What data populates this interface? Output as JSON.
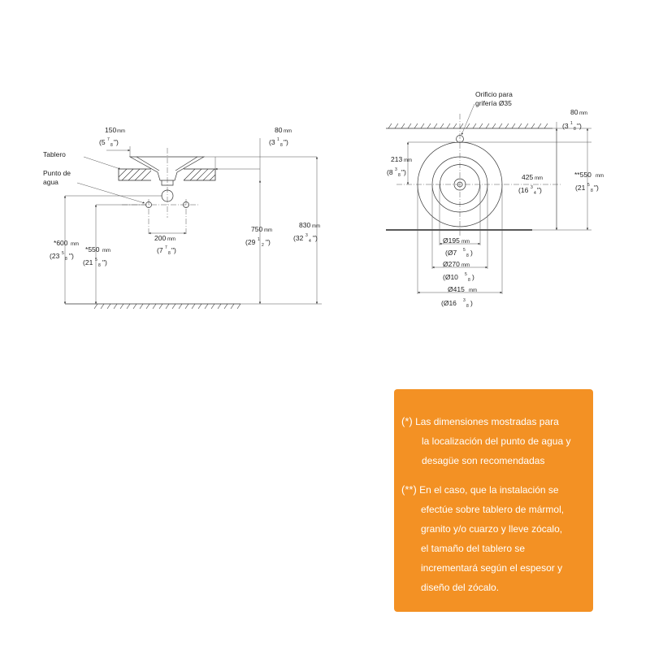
{
  "diagram": {
    "side_view": {
      "labels": {
        "tablero": "Tablero",
        "punto_line1": "Punto de",
        "punto_line2": "agua"
      },
      "dims": {
        "d150": {
          "value": "150",
          "unit": "mm",
          "in_whole": "5",
          "in_num": "7",
          "in_den": "8"
        },
        "d80": {
          "value": "80",
          "unit": "mm",
          "in_whole": "3",
          "in_num": "1",
          "in_den": "8"
        },
        "d200": {
          "value": "200",
          "unit": "mm",
          "in_whole": "7",
          "in_num": "7",
          "in_den": "8"
        },
        "d600": {
          "prefix": "*",
          "value": "600",
          "unit": "mm",
          "in_whole": "23",
          "in_num": "5",
          "in_den": "8"
        },
        "d550": {
          "prefix": "*",
          "value": "550",
          "unit": "mm",
          "in_whole": "21",
          "in_num": "5",
          "in_den": "8"
        },
        "d750": {
          "value": "750",
          "unit": "mm",
          "in_whole": "29",
          "in_num": "1",
          "in_den": "2"
        },
        "d830": {
          "value": "830",
          "unit": "mm",
          "in_whole": "32",
          "in_num": "3",
          "in_den": "4"
        }
      }
    },
    "top_view": {
      "labels": {
        "orificio_line1": "Orificio para",
        "orificio_line2": "grifería Ø35"
      },
      "dims": {
        "d80": {
          "value": "80",
          "unit": "mm",
          "in_whole": "3",
          "in_num": "1",
          "in_den": "8"
        },
        "d213": {
          "value": "213",
          "unit": "mm",
          "in_whole": "8",
          "in_num": "3",
          "in_den": "8"
        },
        "d425": {
          "value": "425",
          "unit": "mm",
          "in_whole": "16",
          "in_num": "3",
          "in_den": "4"
        },
        "d550": {
          "prefix": "**",
          "value": "550",
          "unit": "mm",
          "in_whole": "21",
          "in_num": "5",
          "in_den": "8"
        },
        "d195": {
          "value": "Ø195",
          "unit": "mm",
          "in_text": "(Ø7",
          "in_num": "5",
          "in_den": "8"
        },
        "d270": {
          "value": "Ø270",
          "unit": "mm",
          "in_text": "(Ø10",
          "in_num": "5",
          "in_den": "8"
        },
        "d415": {
          "value": "Ø415",
          "unit": "mm",
          "in_text": "(Ø16",
          "in_num": "3",
          "in_den": "8"
        }
      }
    }
  },
  "notes": {
    "note1": {
      "mark": "(*)",
      "lines": [
        "Las dimensiones mostradas para",
        "la  localización del punto de agua y",
        "desagüe son recomendadas"
      ]
    },
    "note2": {
      "mark": "(**)",
      "lines": [
        "En el caso, que la instalación se",
        "efectúe sobre tablero de mármol,",
        "granito y/o cuarzo y lleve zócalo,",
        "el tamaño del tablero se",
        "incrementará según el espesor y",
        "diseño del zócalo."
      ]
    }
  },
  "colors": {
    "note_background": "#f39124",
    "note_text": "#ffffff",
    "line": "#333333"
  }
}
